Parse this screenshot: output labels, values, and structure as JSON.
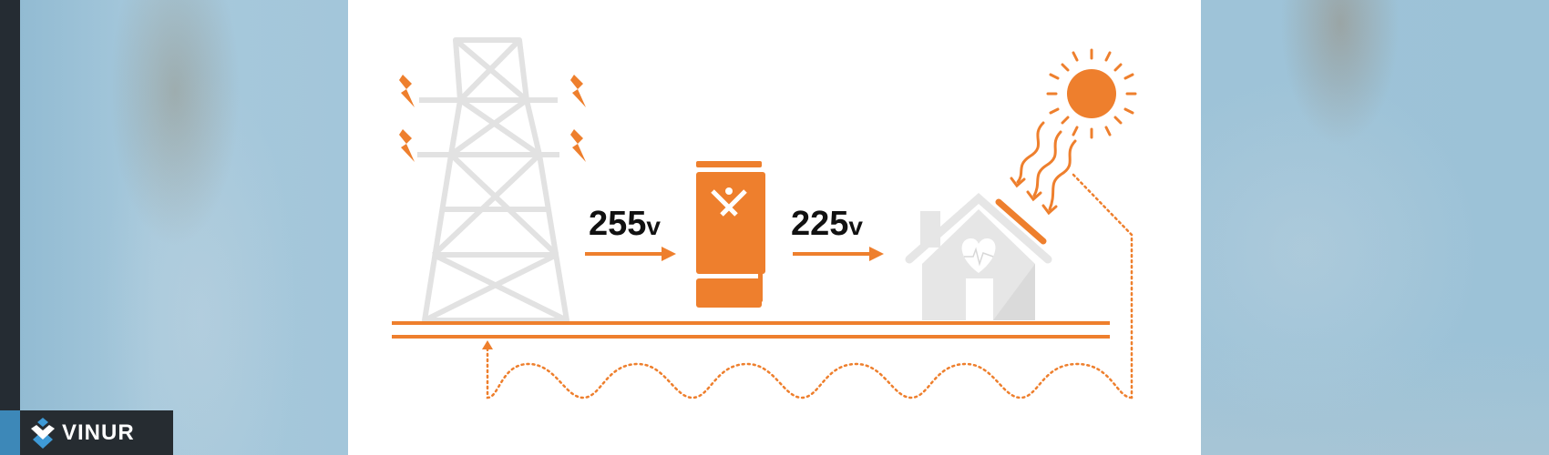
{
  "diagram": {
    "input_voltage": {
      "value": "255",
      "unit": "v"
    },
    "output_voltage": {
      "value": "225",
      "unit": "v"
    }
  },
  "logo": {
    "text": "VINUR"
  },
  "colors": {
    "accent": "#ee7f2d",
    "gray": "#e2e2e2",
    "dark": "#262c31",
    "logo_blue": "#3e9ad6"
  },
  "icons": [
    "power-tower-icon",
    "lightning-icon",
    "voltage-optimiser-icon",
    "house-icon",
    "heart-pulse-icon",
    "solar-panel-icon",
    "sun-icon"
  ]
}
